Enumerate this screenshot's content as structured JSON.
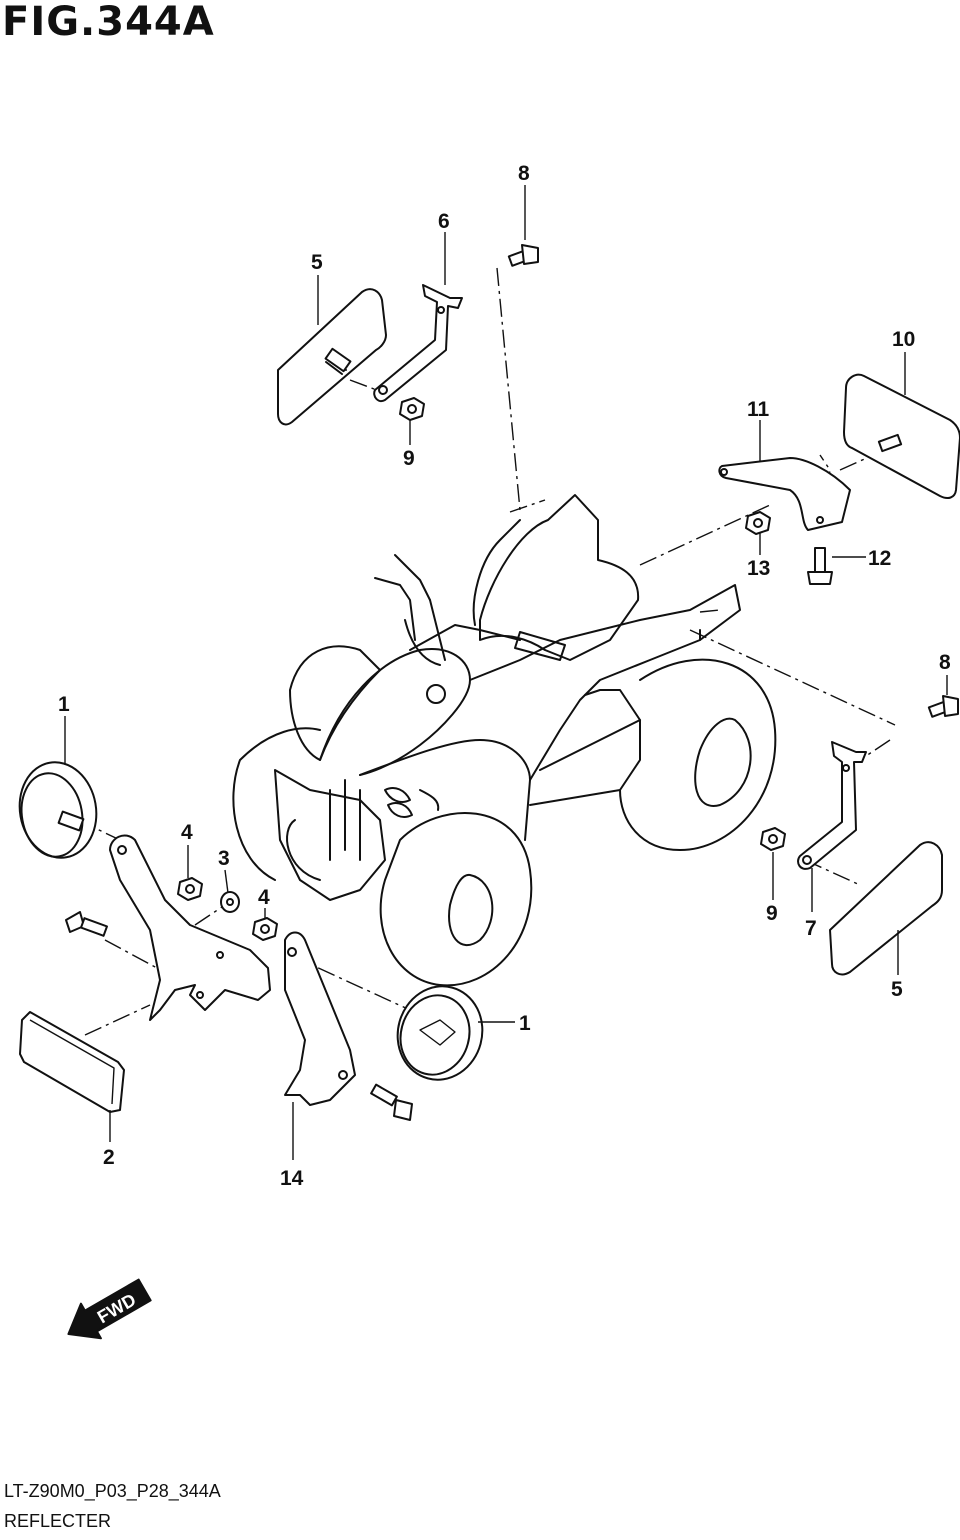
{
  "figure": {
    "title": "FIG.344A",
    "code": "LT-Z90M0_P03_P28_344A",
    "name": "REFLECTER"
  },
  "fwd_arrow": {
    "label": "FWD",
    "icon": "fwd-arrow-icon"
  },
  "callouts": [
    {
      "id": "c8a",
      "number": "8"
    },
    {
      "id": "c6",
      "number": "6"
    },
    {
      "id": "c5a",
      "number": "5"
    },
    {
      "id": "c9a",
      "number": "9"
    },
    {
      "id": "c10",
      "number": "10"
    },
    {
      "id": "c11",
      "number": "11"
    },
    {
      "id": "c13",
      "number": "13"
    },
    {
      "id": "c12",
      "number": "12"
    },
    {
      "id": "c8b",
      "number": "8"
    },
    {
      "id": "c1a",
      "number": "1"
    },
    {
      "id": "c4a",
      "number": "4"
    },
    {
      "id": "c3",
      "number": "3"
    },
    {
      "id": "c4b",
      "number": "4"
    },
    {
      "id": "c9b",
      "number": "9"
    },
    {
      "id": "c7",
      "number": "7"
    },
    {
      "id": "c5b",
      "number": "5"
    },
    {
      "id": "c1b",
      "number": "1"
    },
    {
      "id": "c2",
      "number": "2"
    },
    {
      "id": "c14",
      "number": "14"
    }
  ]
}
